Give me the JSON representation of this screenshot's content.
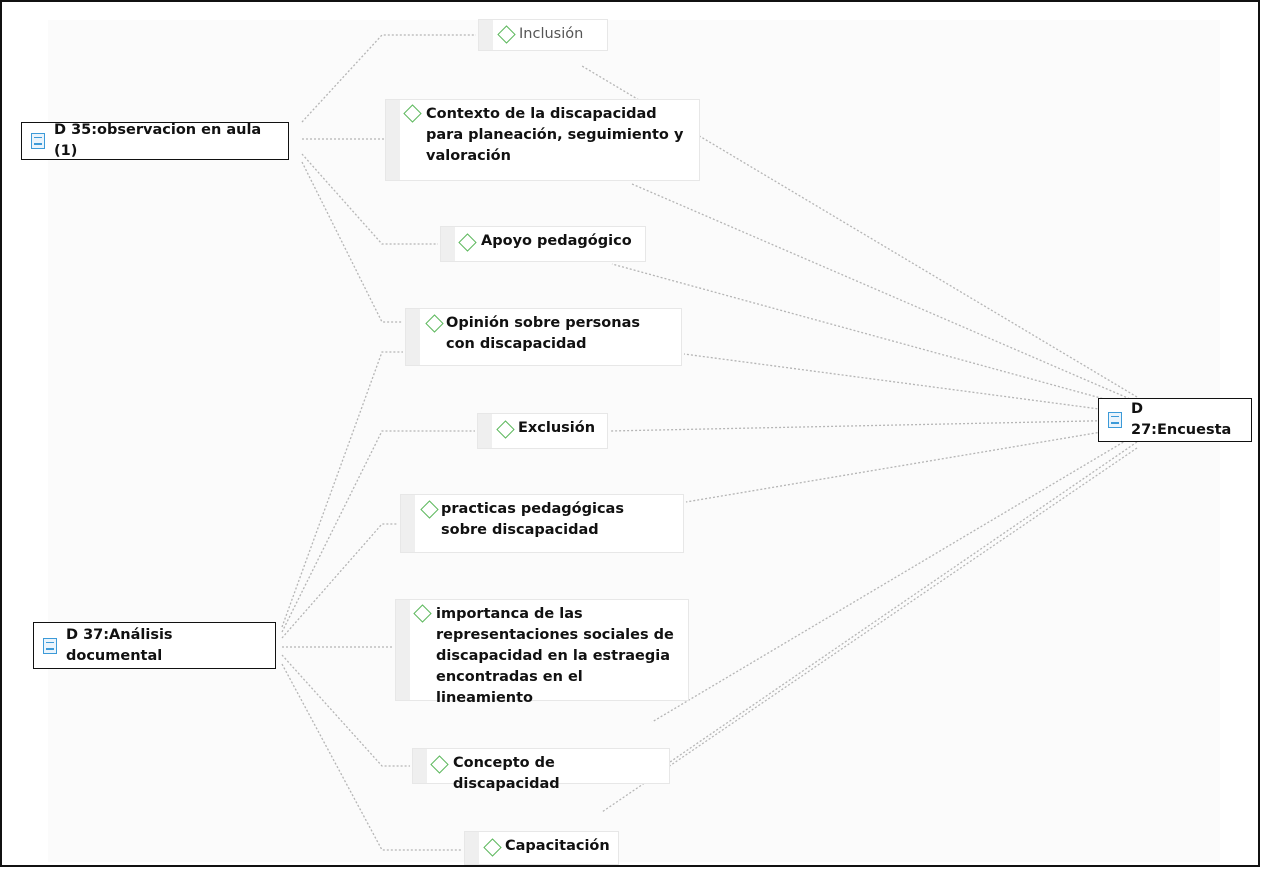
{
  "documents": [
    {
      "id": "d35",
      "label": "D 35:observacion en aula (1)",
      "icon": "document-icon"
    },
    {
      "id": "d37",
      "label": "D 37:Análisis documental",
      "icon": "document-icon"
    },
    {
      "id": "d27",
      "label": "D 27:Encuesta",
      "icon": "text-document-icon"
    }
  ],
  "codes": [
    {
      "id": "inclusion",
      "label": "Inclusión"
    },
    {
      "id": "contexto",
      "label": "Contexto de la discapacidad para planeación, seguimiento y valoración"
    },
    {
      "id": "apoyo",
      "label": "Apoyo pedagógico"
    },
    {
      "id": "opinion",
      "label": "Opinión sobre personas con discapacidad"
    },
    {
      "id": "exclusion",
      "label": "Exclusión"
    },
    {
      "id": "practicas",
      "label": "practicas  pedagógicas sobre discapacidad"
    },
    {
      "id": "importanca",
      "label": "importanca de las representaciones sociales de discapacidad en la estraegia encontradas en el lineamiento"
    },
    {
      "id": "concepto",
      "label": "Concepto de discapacidad"
    },
    {
      "id": "capacitacion",
      "label": "Capacitación"
    }
  ],
  "links": [
    [
      "d35",
      "inclusion"
    ],
    [
      "d35",
      "contexto"
    ],
    [
      "d35",
      "apoyo"
    ],
    [
      "d35",
      "opinion"
    ],
    [
      "d37",
      "opinion"
    ],
    [
      "d37",
      "exclusion"
    ],
    [
      "d37",
      "practicas"
    ],
    [
      "d37",
      "importanca"
    ],
    [
      "d37",
      "concepto"
    ],
    [
      "d37",
      "capacitacion"
    ],
    [
      "d27",
      "inclusion"
    ],
    [
      "d27",
      "contexto"
    ],
    [
      "d27",
      "apoyo"
    ],
    [
      "d27",
      "opinion"
    ],
    [
      "d27",
      "exclusion"
    ],
    [
      "d27",
      "practicas"
    ],
    [
      "d27",
      "importanca"
    ],
    [
      "d27",
      "concepto"
    ],
    [
      "d27",
      "capacitacion"
    ]
  ],
  "colors": {
    "code_icon": "#5cb85c",
    "doc_icon": "#3c9ad8",
    "link": "#b5b5b5"
  }
}
